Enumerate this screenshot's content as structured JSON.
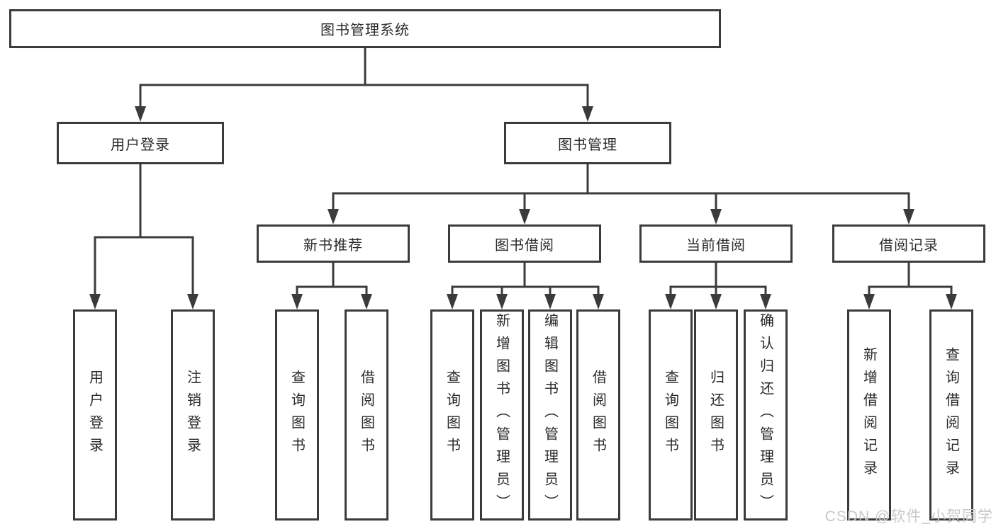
{
  "diagram": {
    "root": {
      "label": "图书管理系统"
    },
    "branches": [
      {
        "label": "用户登录",
        "children": [
          {
            "label": "用户登录"
          },
          {
            "label": "注销登录"
          }
        ]
      },
      {
        "label": "图书管理",
        "children": [
          {
            "label": "新书推荐",
            "children": [
              {
                "label": "查询图书"
              },
              {
                "label": "借阅图书"
              }
            ]
          },
          {
            "label": "图书借阅",
            "children": [
              {
                "label": "查询图书"
              },
              {
                "label": "新增图书（管理员）"
              },
              {
                "label": "编辑图书（管理员）"
              },
              {
                "label": "借阅图书"
              }
            ]
          },
          {
            "label": "当前借阅",
            "children": [
              {
                "label": "查询图书"
              },
              {
                "label": "归还图书"
              },
              {
                "label": "确认归还（管理员）"
              }
            ]
          },
          {
            "label": "借阅记录",
            "children": [
              {
                "label": "新增借阅记录"
              },
              {
                "label": "查询借阅记录"
              }
            ]
          }
        ]
      }
    ],
    "watermark": {
      "text": "CSDN @软件_小贺同学"
    },
    "colors": {
      "line": "#3b3b3b",
      "box_border": "#3b3b3b",
      "text": "#2a2a2a",
      "watermark": "#c8c8c8",
      "background": "#ffffff"
    }
  }
}
